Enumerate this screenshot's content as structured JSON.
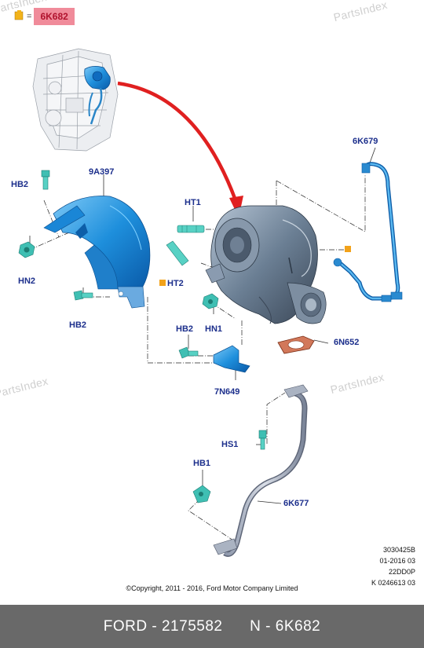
{
  "legend": {
    "symbol_name": "key-icon",
    "equals": "=",
    "part": "6K682"
  },
  "watermarks": [
    "PartsIndex",
    "PartsIndex",
    "PartsIndex",
    "PartsIndex"
  ],
  "callouts": {
    "c6K679": "6K679",
    "hb2_top": "HB2",
    "c9A397": "9A397",
    "ht1": "HT1",
    "hn2": "HN2",
    "ht2": "HT2",
    "hb2_mid": "HB2",
    "hb2_low": "HB2",
    "hn1": "HN1",
    "c6N652": "6N652",
    "c7N649": "7N649",
    "hs1": "HS1",
    "hb1": "HB1",
    "c6K677": "6K677"
  },
  "meta": {
    "line1": "3030425B",
    "line2": "01-2016 03",
    "line3": "22DD0P",
    "line4": "K 0246613 03"
  },
  "copyright": "©Copyright, 2011 - 2016, Ford Motor Company Limited",
  "footer": {
    "brand_number": "FORD - 2175582",
    "part": "N - 6K682"
  },
  "colors": {
    "part_fill": "#1e8fdc",
    "fastener_fill": "#3fbfb3",
    "turbo_fill": "#6b7f94",
    "arrow": "#e02020",
    "callout_text": "#1c2f8c",
    "footer_bg": "#696969",
    "highlight": "#f08b9a"
  }
}
